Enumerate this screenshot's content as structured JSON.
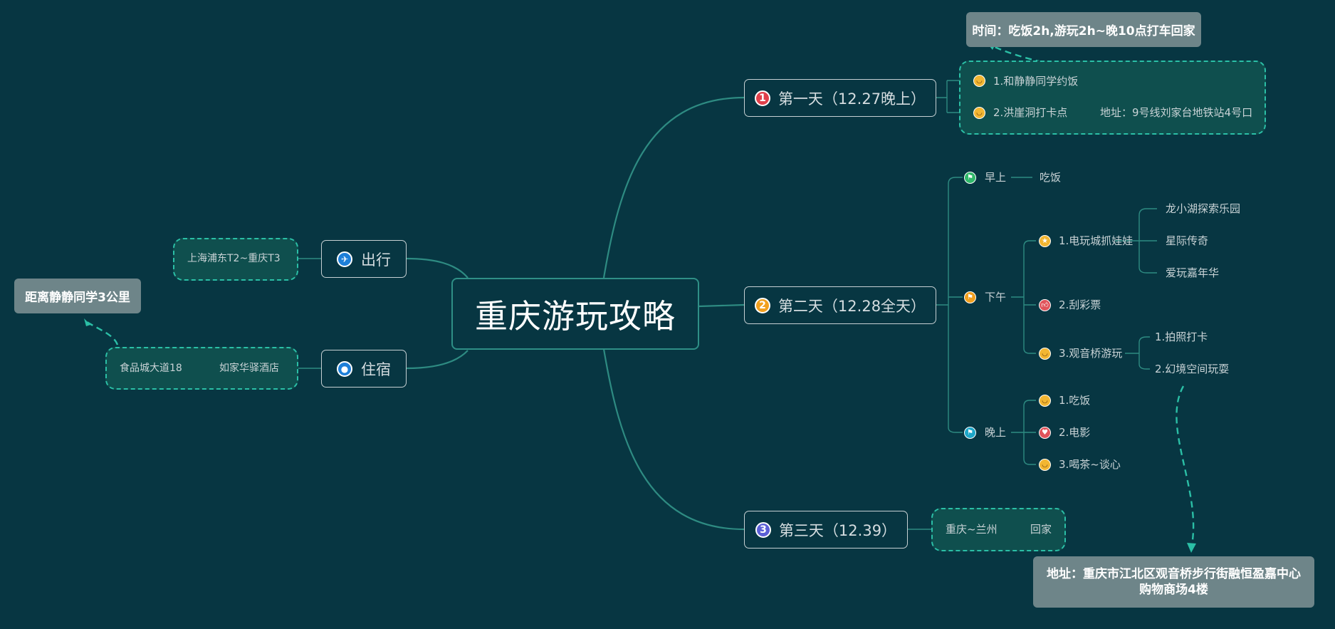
{
  "central": "重庆游玩攻略",
  "colors": {
    "background": "#073642",
    "line": "#2e8b82",
    "dashed": "#2bbfa6",
    "callout": "#6e8589"
  },
  "left": {
    "travel": {
      "label": "出行",
      "icon": "airplane-icon",
      "detail": "上海浦东T2~重庆T3"
    },
    "stay": {
      "label": "住宿",
      "icon": "location-pin-icon",
      "detail_a": "食品城大道18",
      "detail_b": "如家华驿酒店"
    },
    "distance_note": "距离静静同学3公里"
  },
  "day1": {
    "num": "1",
    "label": "第一天（12.27晚上）",
    "items": [
      {
        "text": "1.和静静同学约饭",
        "icon": "laughing-face-icon"
      },
      {
        "text": "2.洪崖洞打卡点",
        "icon": "laughing-face-icon",
        "detail": "地址：9号线刘家台地铁站4号口"
      }
    ],
    "time_note": "时间：吃饭2h,游玩2h~晚10点打车回家"
  },
  "day2": {
    "num": "2",
    "label": "第二天（12.28全天）",
    "morning": {
      "label": "早上",
      "icon": "flag-icon",
      "detail": "吃饭"
    },
    "afternoon": {
      "label": "下午",
      "icon": "flag-icon",
      "items": [
        {
          "text": "1.电玩城抓娃娃",
          "icon": "star-icon",
          "subs": [
            "龙小湖探索乐园",
            "星际传奇",
            "爱玩嘉年华"
          ]
        },
        {
          "text": "2.刮彩票",
          "icon": "thumbs-up-icon"
        },
        {
          "text": "3.观音桥游玩",
          "icon": "laughing-face-icon",
          "subs": [
            "1.拍照打卡",
            "2.幻境空间玩耍"
          ]
        }
      ]
    },
    "evening": {
      "label": "晚上",
      "icon": "flag-icon",
      "items": [
        {
          "text": "1.吃饭",
          "icon": "smile-face-icon"
        },
        {
          "text": "2.电影",
          "icon": "heart-icon"
        },
        {
          "text": "3.喝茶~谈心",
          "icon": "grin-face-icon"
        }
      ]
    },
    "address_note": "地址：重庆市江北区观音桥步行街融恒盈嘉中心购物商场4楼"
  },
  "day3": {
    "num": "3",
    "label": "第三天（12.39）",
    "detail_a": "重庆~兰州",
    "detail_b": "回家"
  }
}
